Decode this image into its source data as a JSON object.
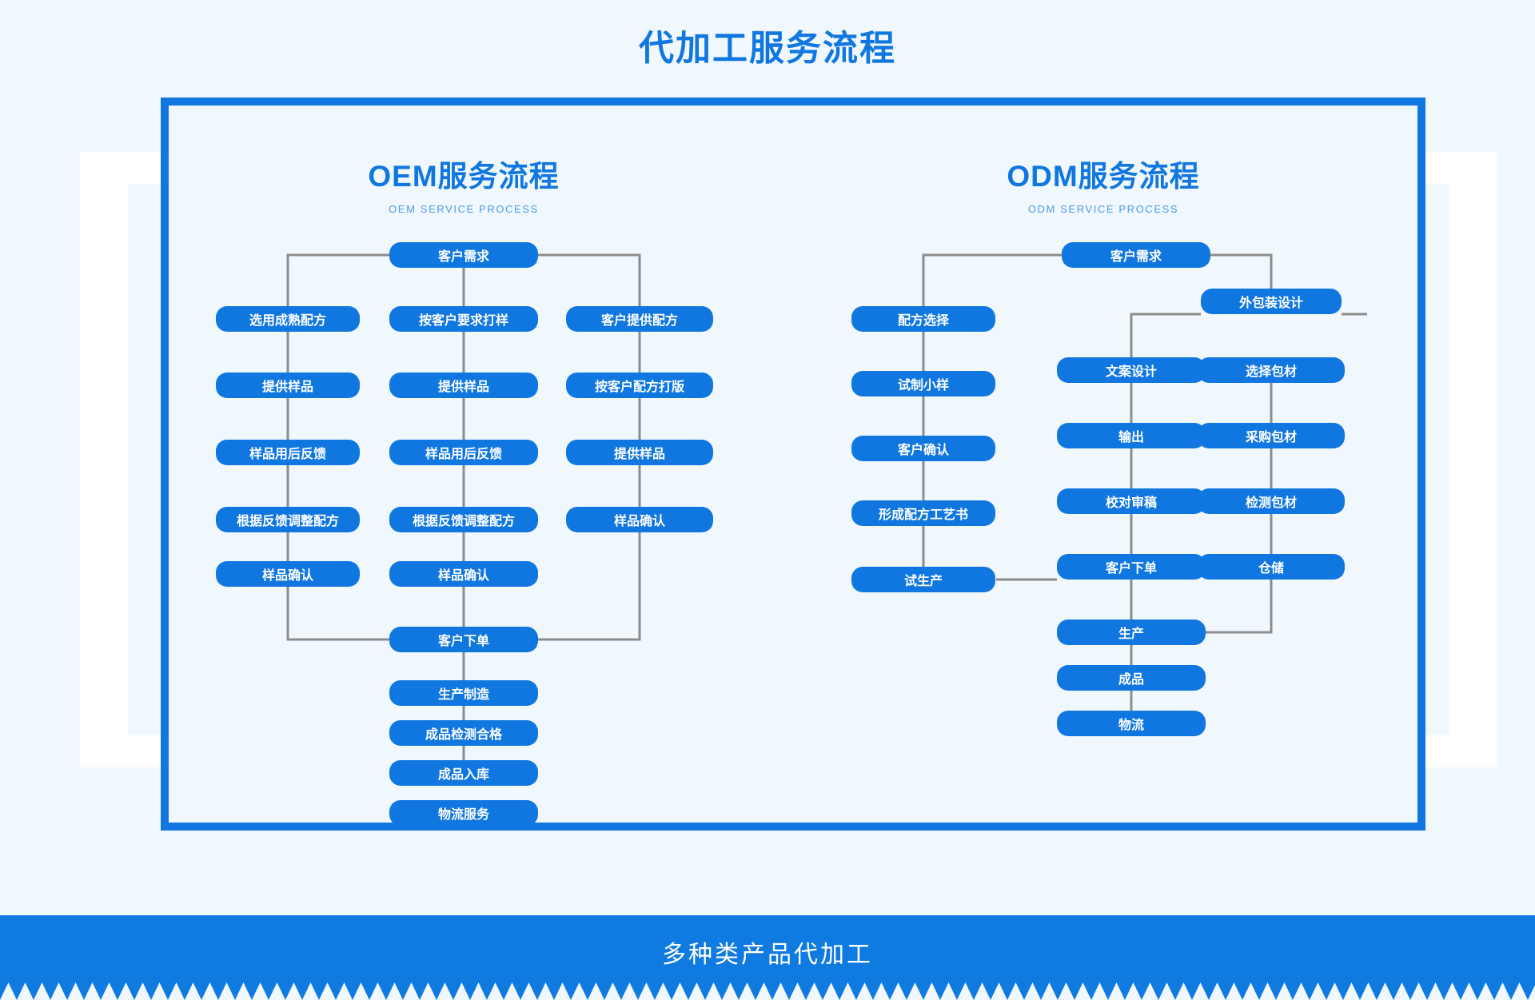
{
  "page": {
    "title": "代加工服务流程",
    "bottom_banner": "多种类产品代加工",
    "colors": {
      "brand_blue": "#1077e0",
      "background": "#f1f8fd",
      "connector_gray": "#8c8c8c",
      "node_text": "#ffffff",
      "subtitle_blue": "#4a9ae8"
    }
  },
  "sections": [
    {
      "id": "oem",
      "title": "OEM服务流程",
      "subtitle": "OEM SERVICE PROCESS",
      "nodes": {
        "start": "客户需求",
        "col_left": [
          "选用成熟配方",
          "提供样品",
          "样品用后反馈",
          "根据反馈调整配方",
          "样品确认"
        ],
        "col_mid": [
          "按客户要求打样",
          "提供样品",
          "样品用后反馈",
          "根据反馈调整配方",
          "样品确认"
        ],
        "col_right": [
          "客户提供配方",
          "按客户配方打版",
          "提供样品",
          "样品确认"
        ],
        "tail": [
          "客户下单",
          "生产制造",
          "成品检测合格",
          "成品入库",
          "物流服务"
        ]
      }
    },
    {
      "id": "odm",
      "title": "ODM服务流程",
      "subtitle": "ODM SERVICE PROCESS",
      "nodes": {
        "start": "客户需求",
        "col_left": [
          "配方选择",
          "试制小样",
          "客户确认",
          "形成配方工艺书",
          "试生产"
        ],
        "branch": "外包装设计",
        "col_mid": [
          "文案设计",
          "输出",
          "校对审稿",
          "客户下单"
        ],
        "col_right": [
          "选择包材",
          "采购包材",
          "检测包材",
          "仓储"
        ],
        "tail": [
          "生产",
          "成品",
          "物流"
        ]
      }
    }
  ]
}
